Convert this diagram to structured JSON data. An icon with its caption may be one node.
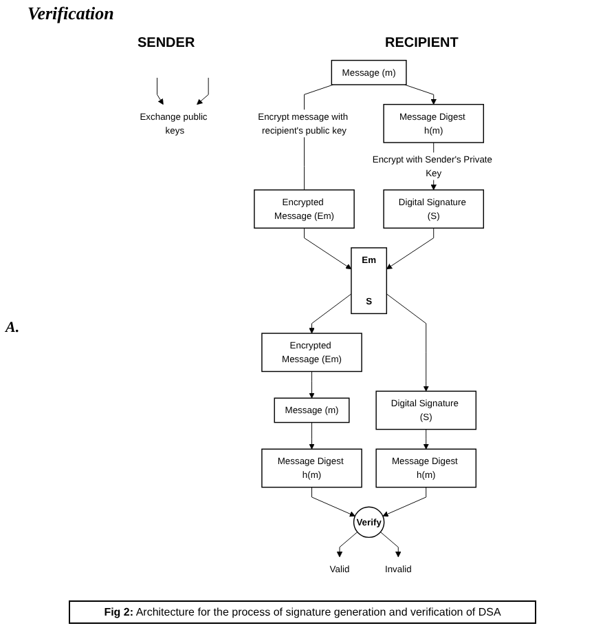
{
  "diagram": {
    "title": "Verification",
    "caption": "**Fig 2:** Architecture for the process of signature generation and verification of DSA",
    "nodes": [
      {
        "text": [
          "Exchange public keys"
        ]
      },
      {
        "text": [
          "Message (m)"
        ]
      },
      {
        "text": [
          "Message Digest h(m)"
        ]
      },
      {
        "text": [
          "Digital Signature (S)"
        ]
      },
      {
        "text": [
          "Encrypted Message (Em)"
        ]
      },
      {
        "text": [
          "Em",
          "S"
        ]
      },
      {
        "text": [
          "Encrypted Message (Em)"
        ]
      },
      {
        "text": [
          "Message (m)"
        ]
      },
      {
        "text": [
          "Message Digest h(m)"
        ]
      },
      {
        "text": [
          "Digital Signature (S)"
        ]
      },
      {
        "text": [
          "Message Digest h(m)"
        ]
      },
      {
        "text": [
          "Verify"
        ]
      },
      {
        "text": [
          "Valid"
        ]
      },
      {
        "text": [
          "Invalid"
        ]
      }
    ],
    "edges": [
      {
        "from": null,
        "to": 0,
        "arrow": "to"
      },
      {
        "from": null,
        "to": 0,
        "arrow": "to"
      },
      {
        "from": 1,
        "to": 2,
        "arrow": "to"
      },
      {
        "from": 2,
        "to": 3,
        "arrow": "to",
        "label": "Encrypt with Sender's Private Key"
      },
      {
        "from": 1,
        "to": 4,
        "arrow": "none",
        "label": "Encrypt message with recipient's public key"
      },
      {
        "from": 4,
        "to": 5,
        "arrow": "to"
      },
      {
        "from": 3,
        "to": 5,
        "arrow": "to"
      },
      {
        "from": 5,
        "to": 6,
        "arrow": "to"
      },
      {
        "from": 5,
        "to": 9,
        "arrow": "to"
      },
      {
        "from": 6,
        "to": 7,
        "arrow": "to"
      },
      {
        "from": 7,
        "to": 8,
        "arrow": "to"
      },
      {
        "from": 9,
        "to": 10,
        "arrow": "to"
      },
      {
        "from": 8,
        "to": 11,
        "arrow": "to"
      },
      {
        "from": 10,
        "to": 11,
        "arrow": "to"
      },
      {
        "from": 11,
        "to": 12,
        "arrow": "to"
      },
      {
        "from": 11,
        "to": 13,
        "arrow": "to"
      }
    ],
    "labels": [
      "SENDER",
      "RECIPIENT",
      "A."
    ]
  }
}
